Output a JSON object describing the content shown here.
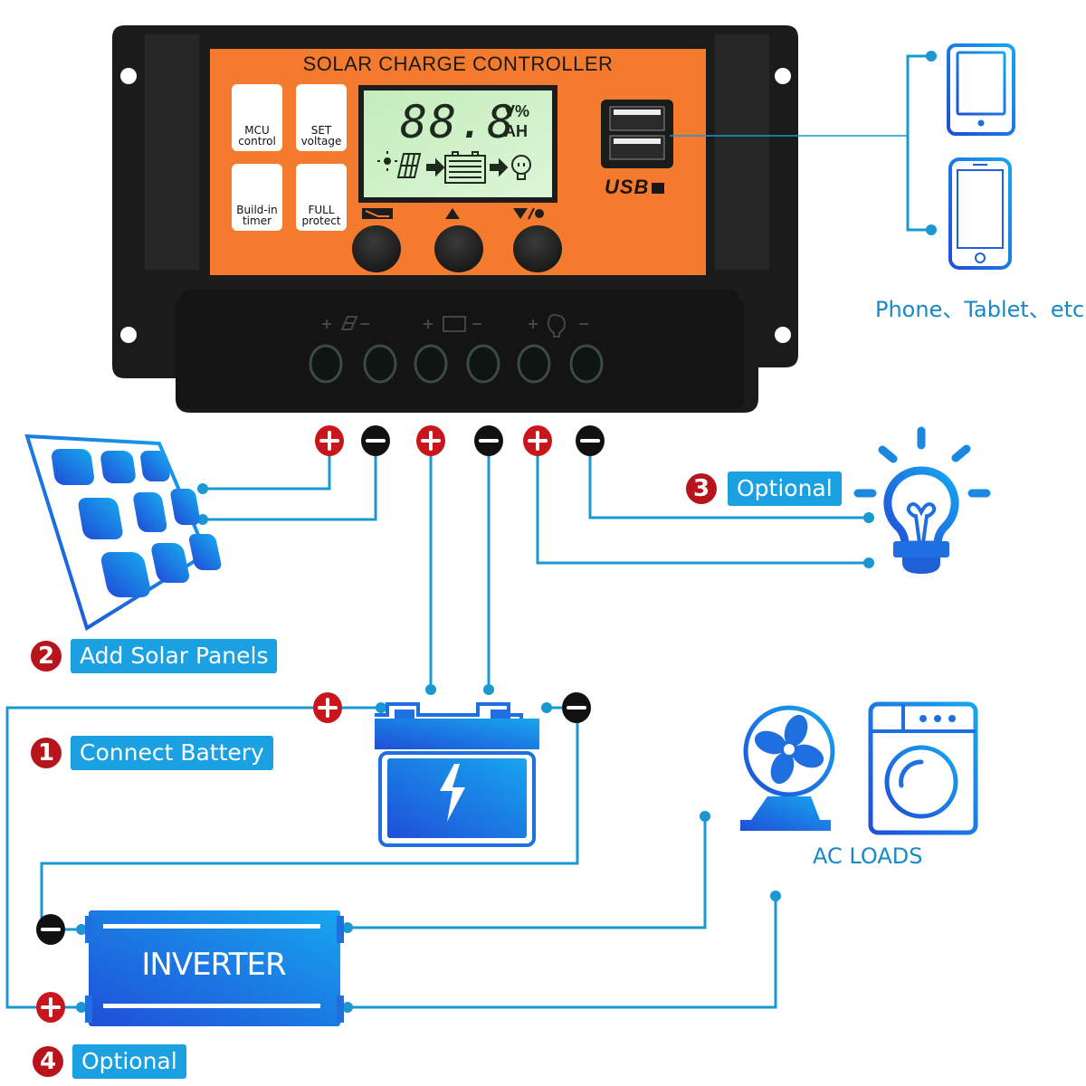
{
  "controller": {
    "title": "SOLAR CHARGE CONTROLLER",
    "features": [
      {
        "icon": "chip-icon",
        "label_line1": "MCU",
        "label_line2": "control"
      },
      {
        "icon": "gear-icon",
        "label_line1": "SET",
        "label_line2": "voltage"
      },
      {
        "icon": "clock-icon",
        "label_line1": "Build-in",
        "label_line2": "timer"
      },
      {
        "icon": "lock-icon",
        "label_line1": "FULL",
        "label_line2": "protect"
      }
    ],
    "lcd": {
      "digits": "88.8",
      "unit_line1": "V%",
      "unit_line2": "AH",
      "flow_icons": [
        "sun-icon",
        "solar-panel-icon",
        "arrow-icon",
        "battery-icon",
        "arrow-icon",
        "bulb-icon"
      ]
    },
    "buttons": [
      {
        "name": "menu-button",
        "symbol": "menu-icon"
      },
      {
        "name": "up-button",
        "symbol": "up-plus-icon"
      },
      {
        "name": "down-load-button",
        "symbol": "down-minus-bulb-icon"
      }
    ],
    "usb_label": "USB",
    "terminal_groups": [
      {
        "name": "solar",
        "plus": "+",
        "minus": "−"
      },
      {
        "name": "battery",
        "plus": "+",
        "minus": "−"
      },
      {
        "name": "load",
        "plus": "+",
        "minus": "−"
      }
    ],
    "terminal_polarity": [
      "+",
      "−",
      "+",
      "−",
      "+",
      "−"
    ]
  },
  "devices": {
    "caption": "Phone、Tablet、etc",
    "items": [
      "tablet-icon",
      "phone-icon"
    ]
  },
  "steps": [
    {
      "number": "1",
      "label": "Connect Battery"
    },
    {
      "number": "2",
      "label": "Add Solar Panels"
    },
    {
      "number": "3",
      "label": "Optional"
    },
    {
      "number": "4",
      "label": "Optional"
    }
  ],
  "inverter": {
    "label": "INVERTER"
  },
  "ac_loads": {
    "caption": "AC LOADS",
    "items": [
      "fan-icon",
      "washing-machine-icon"
    ]
  },
  "colors": {
    "controller_face": "#f47a2e",
    "controller_body": "#1b1b1b",
    "lcd_background": "#c9f0c0",
    "wire": "#1a98d2",
    "label_badge": "#1ba1e2",
    "step_number": "#b8141b",
    "positive_pin": "#c8161c",
    "negative_pin": "#111111",
    "icon_blue": "#1f6fe0"
  }
}
